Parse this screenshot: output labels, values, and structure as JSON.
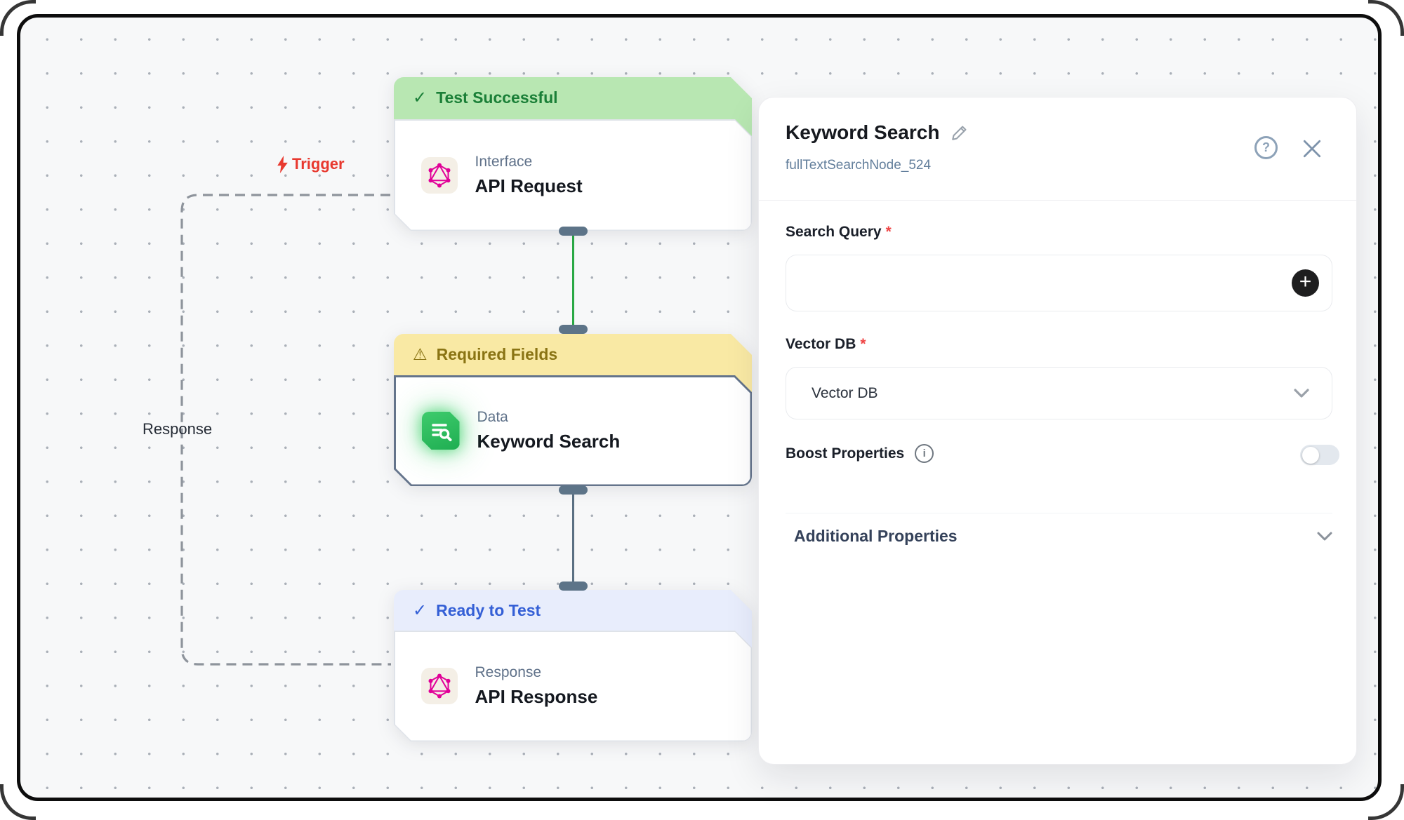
{
  "canvas": {
    "trigger_label": "Trigger",
    "response_label": "Response",
    "nodes": [
      {
        "status": "Test Successful",
        "category": "Interface",
        "title": "API Request"
      },
      {
        "status": "Required Fields",
        "category": "Data",
        "title": "Keyword Search"
      },
      {
        "status": "Ready to Test",
        "category": "Response",
        "title": "API Response"
      }
    ]
  },
  "panel": {
    "title": "Keyword Search",
    "subtitle": "fullTextSearchNode_524",
    "search_query": {
      "label": "Search Query",
      "value": ""
    },
    "vector_db": {
      "label": "Vector DB",
      "value": "Vector DB"
    },
    "boost_properties": {
      "label": "Boost Properties",
      "value": "off"
    },
    "additional_properties": {
      "label": "Additional Properties"
    },
    "required_marker": "*"
  },
  "icons": {
    "check": "✓",
    "warning": "⚠",
    "help": "?",
    "close": "✕",
    "info": "i",
    "plus": "+"
  },
  "colors": {
    "status_success_bg": "#b8e7b2",
    "status_success_text": "#1a7f37",
    "status_warning_bg": "#f9e9a4",
    "status_warning_text": "#8a7414",
    "status_ready_bg": "#e8edfc",
    "status_ready_text": "#3560d6",
    "trigger_red": "#e8392f",
    "graphql_pink": "#e10098",
    "data_icon_green": "#2dc05e",
    "selected_border": "#64748b",
    "edge_green": "#2aa945",
    "edge_slate": "#5b7083",
    "required_red": "#ef4444"
  }
}
